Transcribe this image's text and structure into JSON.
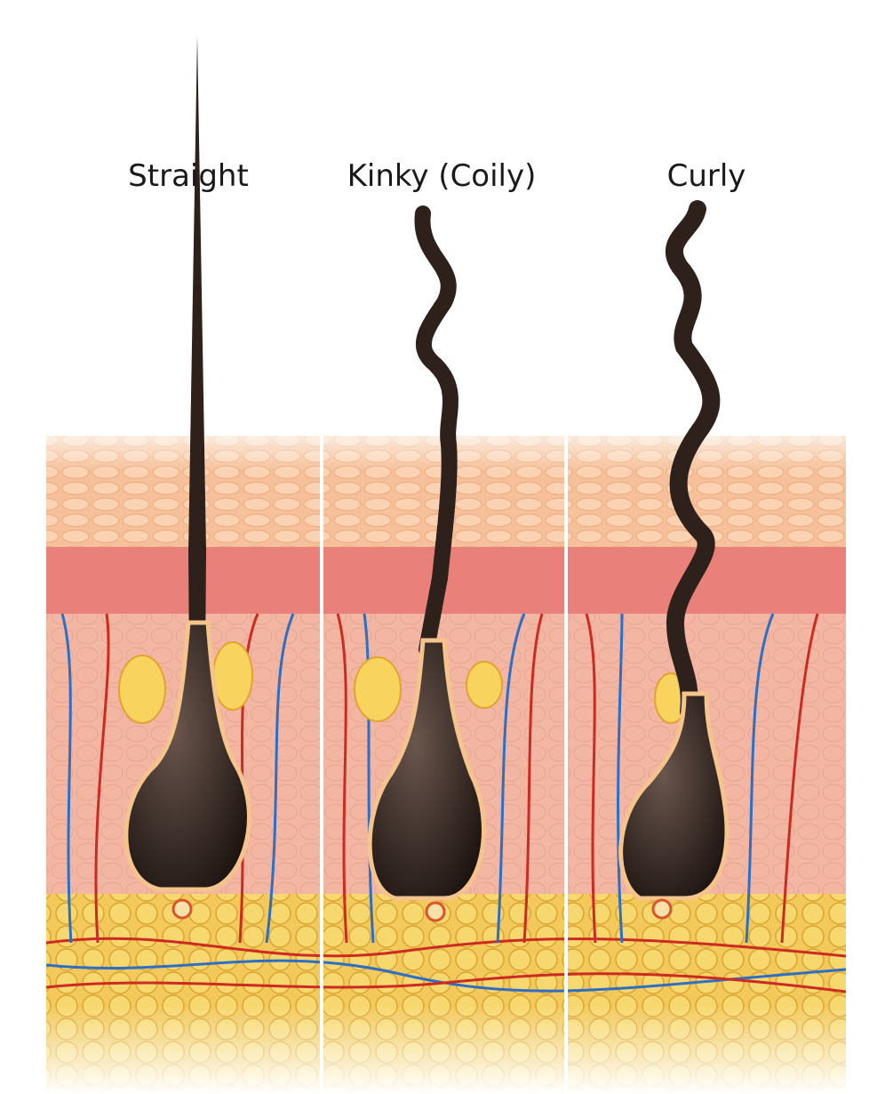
{
  "labels": {
    "straight": "Straight",
    "kinky": "Kinky (Coily)",
    "curly": "Curly"
  },
  "colors": {
    "hair": "#2e211c",
    "epidermis": "#f6c19a",
    "dermis_band": "#e9817a",
    "dermis": "#f2b6a2",
    "fat": "#f2c95a",
    "artery": "#cc2b22",
    "vein": "#2e6fc4"
  }
}
